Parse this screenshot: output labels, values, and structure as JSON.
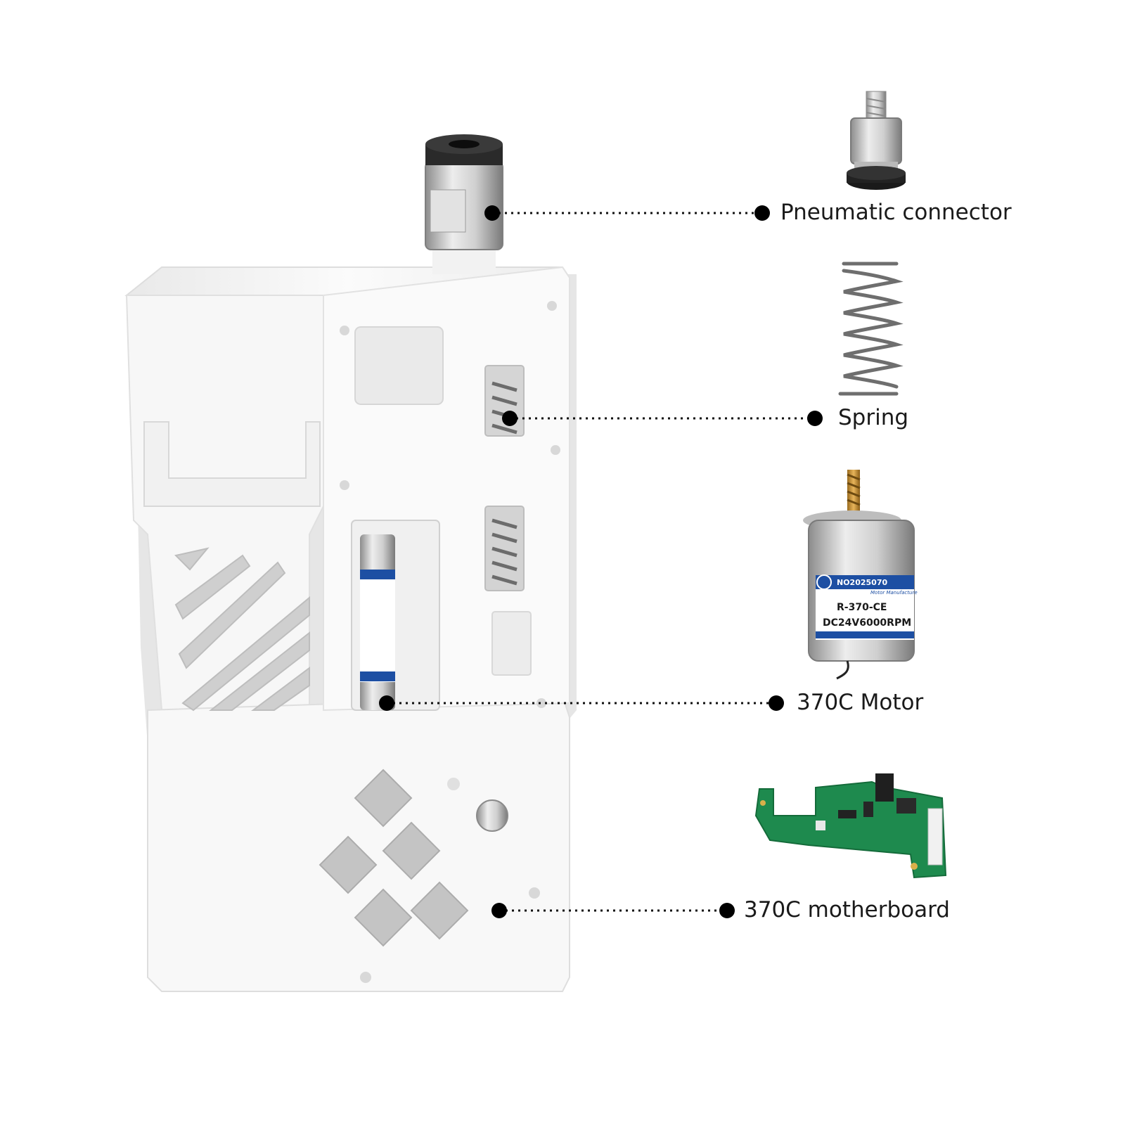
{
  "callouts": [
    {
      "id": "pneumatic",
      "label": "Pneumatic connector"
    },
    {
      "id": "spring",
      "label": "Spring"
    },
    {
      "id": "motor",
      "label": "370C Motor"
    },
    {
      "id": "motherboard",
      "label": "370C motherboard"
    }
  ],
  "motor_label": {
    "serial": "NO2025070",
    "maker": "Motor Manufacture",
    "model": "R-370-CE",
    "rating": "DC24V6000RPM"
  },
  "colors": {
    "housing": "#f4f4f4",
    "housing_shadow": "#dcdcdc",
    "metal": "#c8c8c8",
    "pcb": "#1e8a4e",
    "motor_label": "#1d4fa3",
    "callout": "#000000"
  }
}
